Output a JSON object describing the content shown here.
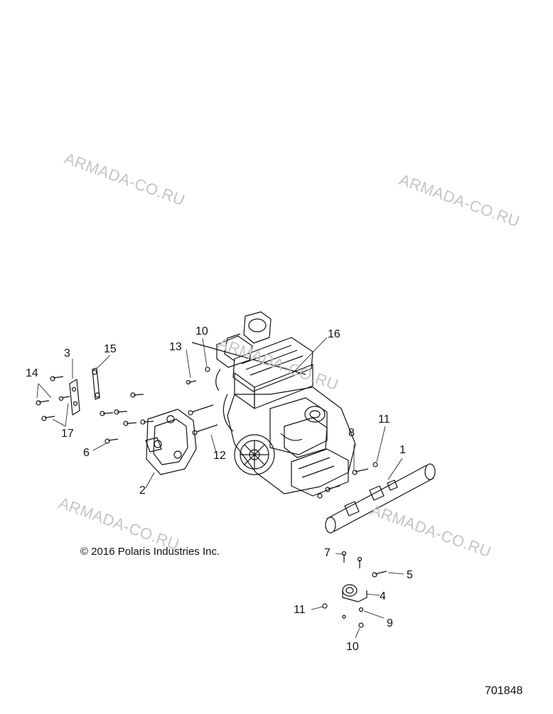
{
  "watermarks": [
    "ARMADA-CO.RU",
    "ARMADA-CO.RU",
    "ARMADA-CO.RU",
    "ARMADA-CO.RU",
    "ARMADA-CO.RU"
  ],
  "callouts": [
    "1",
    "2",
    "3",
    "4",
    "5",
    "6",
    "7",
    "8",
    "9",
    "10",
    "10",
    "11",
    "11",
    "12",
    "13",
    "14",
    "15",
    "16",
    "17"
  ],
  "copyright": "© 2016 Polaris Industries Inc.",
  "document_number": "701848"
}
